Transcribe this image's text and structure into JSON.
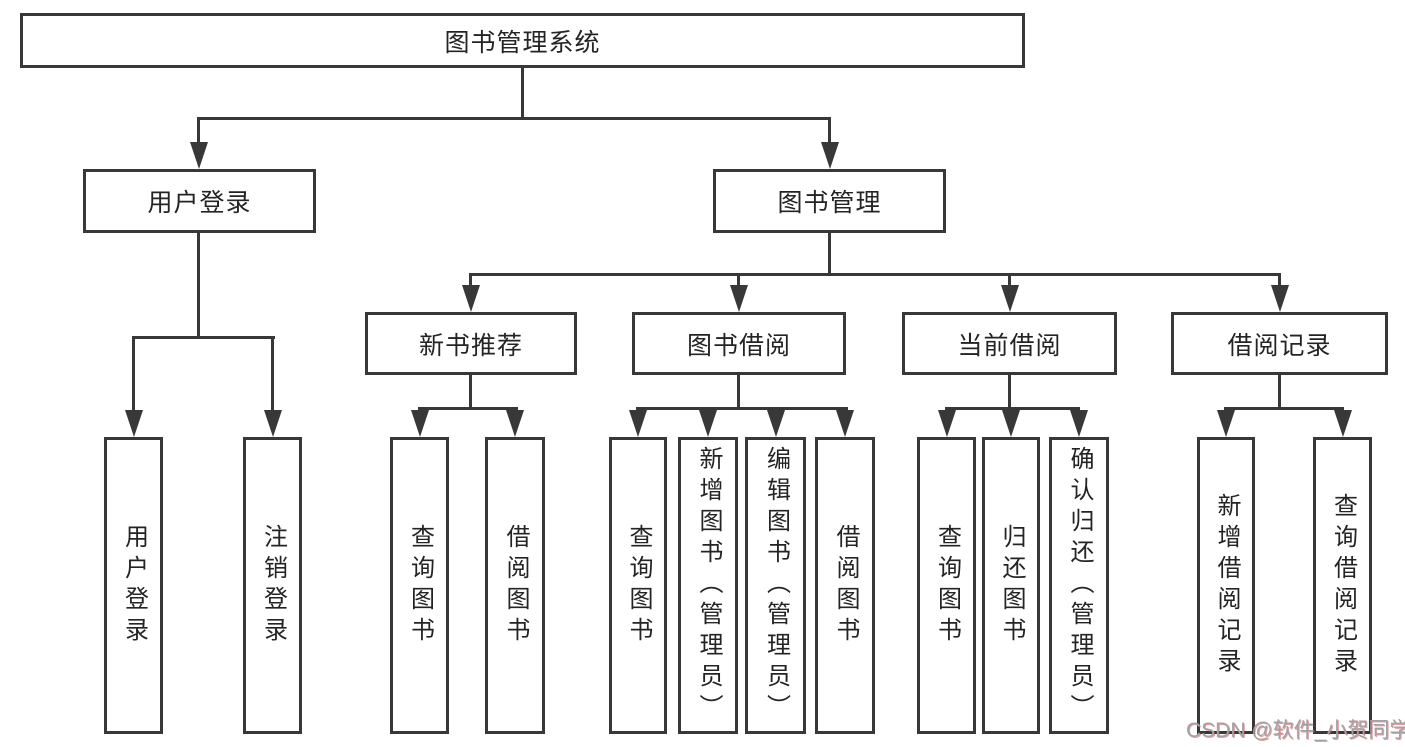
{
  "diagram": {
    "title": "图书管理系统",
    "root": {
      "label": "图书管理系统"
    },
    "level2": [
      {
        "label": "用户登录"
      },
      {
        "label": "图书管理"
      }
    ],
    "level3": [
      {
        "label": "新书推荐"
      },
      {
        "label": "图书借阅"
      },
      {
        "label": "当前借阅"
      },
      {
        "label": "借阅记录"
      }
    ],
    "leaves": {
      "login": [
        "用户登录",
        "注销登录"
      ],
      "newbook": [
        "查询图书",
        "借阅图书"
      ],
      "borrow": [
        "查询图书",
        "新增图书（管理员）",
        "编辑图书（管理员）",
        "借阅图书"
      ],
      "current": [
        "查询图书",
        "归还图书",
        "确认归还（管理员）"
      ],
      "records": [
        "新增借阅记录",
        "查询借阅记录"
      ]
    },
    "watermark": "CSDN @软件_小贺同学",
    "colors": {
      "line": "#383838",
      "text": "#242424",
      "background": "#ffffff",
      "watermark_gray": "#a2a2a6",
      "watermark_red": "#cb5252"
    }
  }
}
